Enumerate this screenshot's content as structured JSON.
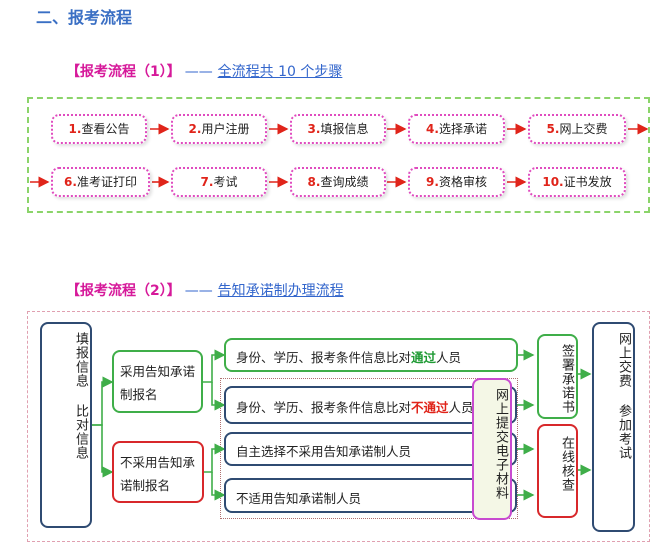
{
  "section_title": "二、报考流程",
  "flow1": {
    "title_bracket": "【报考流程（1）】",
    "title_dash": "——",
    "title_desc": "全流程共 10 个步骤",
    "steps": [
      {
        "num": "1.",
        "label": "查看公告"
      },
      {
        "num": "2.",
        "label": "用户注册"
      },
      {
        "num": "3.",
        "label": "填报信息"
      },
      {
        "num": "4.",
        "label": "选择承诺"
      },
      {
        "num": "5.",
        "label": "网上交费"
      },
      {
        "num": "6.",
        "label": "准考证打印"
      },
      {
        "num": "7.",
        "label": "考试"
      },
      {
        "num": "8.",
        "label": "查询成绩"
      },
      {
        "num": "9.",
        "label": "资格审核"
      },
      {
        "num": "10.",
        "label": "证书发放"
      }
    ]
  },
  "flow2": {
    "title_bracket": "【报考流程（2）】",
    "title_dash": "——",
    "title_desc": "告知承诺制办理流程",
    "fill_compare": "填报信息 比对信息",
    "adopt": "采用告知承诺制报名",
    "not_adopt": "不采用告知承诺制报名",
    "row_pass_prefix": "身份、学历、报考条件信息比对",
    "row_pass_status": "通过",
    "row_pass_suffix": "人员",
    "row_fail_prefix": "身份、学历、报考条件信息比对",
    "row_fail_status": "不通过",
    "row_fail_suffix": "人员",
    "row_voluntary": "自主选择不采用告知承诺制人员",
    "row_not_applicable": "不适用告知承诺制人员",
    "upload": "网上提交电子材料",
    "sign": "签署承诺书",
    "online_review": "在线核查",
    "pay_exam": "网上交费 参加考试"
  }
}
